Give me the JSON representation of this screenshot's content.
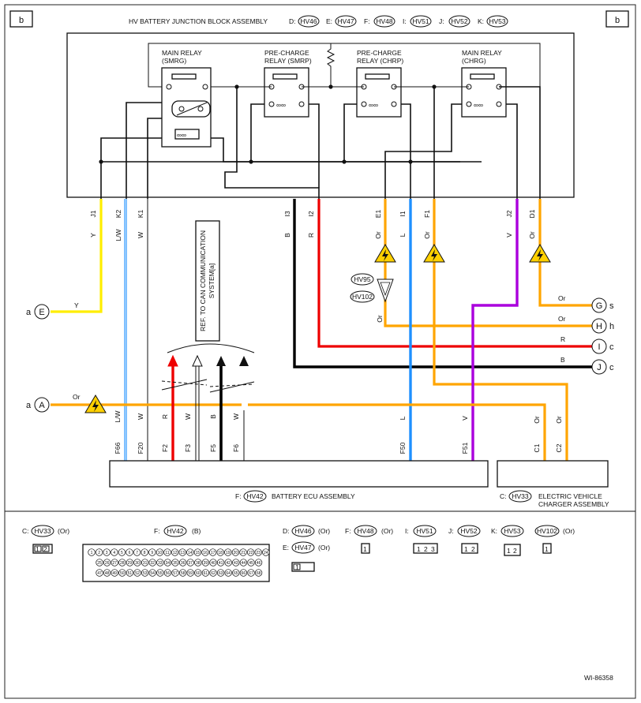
{
  "page": {
    "tag_left": "b",
    "tag_right": "b",
    "doc_id": "WI-86358"
  },
  "junction_block": {
    "title": "HV BATTERY JUNCTION BLOCK ASSEMBLY",
    "connectors": [
      {
        "pre": "D:",
        "code": "HV46"
      },
      {
        "pre": "E:",
        "code": "HV47"
      },
      {
        "pre": "F:",
        "code": "HV48"
      },
      {
        "pre": "I:",
        "code": "HV51"
      },
      {
        "pre": "J:",
        "code": "HV52"
      },
      {
        "pre": "K:",
        "code": "HV53"
      }
    ],
    "relays": [
      {
        "l1": "MAIN RELAY",
        "l2": "(SMRG)"
      },
      {
        "l1": "PRE-CHARGE",
        "l2": "RELAY (SMRP)"
      },
      {
        "l1": "PRE-CHARGE",
        "l2": "RELAY (CHRP)"
      },
      {
        "l1": "MAIN RELAY",
        "l2": "(CHRG)"
      }
    ],
    "pins": [
      "J1",
      "K2",
      "K1",
      "I3",
      "I2",
      "E1",
      "I1",
      "F1",
      "J2",
      "D1"
    ],
    "pin_colors": [
      "Y",
      "L/W",
      "W",
      "B",
      "R",
      "Or",
      "L",
      "Or",
      "V",
      "Or"
    ]
  },
  "can_ref": {
    "l1": "REF. TO CAN COMMUNICATION",
    "l2": "SYSTEM[a]"
  },
  "inline_connectors": [
    "HV95",
    "HV102"
  ],
  "left_refs": [
    {
      "side": "a",
      "letter": "E",
      "color": "Y"
    },
    {
      "side": "a",
      "letter": "A",
      "color": "Or"
    }
  ],
  "right_refs": [
    {
      "letter": "G",
      "side": "s",
      "color": "Or"
    },
    {
      "letter": "H",
      "side": "h",
      "color": "Or"
    },
    {
      "letter": "I",
      "side": "c",
      "color": "R"
    },
    {
      "letter": "J",
      "side": "c",
      "color": "B"
    }
  ],
  "wire_colors_hex": {
    "Y": "#ffee00",
    "Or": "#ffa500",
    "L": "#1e90ff",
    "R": "#ee0000",
    "B": "#000000",
    "V": "#aa00dd",
    "W": "#ffffff"
  },
  "ecu": {
    "conn": {
      "pre": "F:",
      "code": "HV42"
    },
    "name": "BATTERY ECU ASSEMBLY",
    "pins": [
      "F66",
      "F20",
      "F2",
      "F3",
      "F5",
      "F6",
      "F50",
      "F51"
    ],
    "pin_colors": [
      "L/W",
      "W",
      "R",
      "W",
      "B",
      "W",
      "L",
      "V"
    ]
  },
  "charger": {
    "conn": {
      "pre": "C:",
      "code": "HV33"
    },
    "l1": "ELECTRIC VEHICLE",
    "l2": "CHARGER ASSEMBLY",
    "pins": [
      "C1",
      "C2"
    ],
    "pin_colors": [
      "Or",
      "Or"
    ]
  },
  "legend": {
    "c": {
      "pre": "C:",
      "code": "HV33",
      "suffix": "(Or)",
      "pins": [
        "1",
        "2"
      ]
    },
    "f": {
      "pre": "F:",
      "code": "HV42",
      "suffix": "(B)",
      "rows": [
        [
          "1",
          "2",
          "3",
          "4",
          "5",
          "6",
          "7",
          "8",
          "9",
          "10",
          "11",
          "12",
          "13",
          "14",
          "15",
          "16",
          "17",
          "18",
          "19",
          "20",
          "21",
          "22",
          "23",
          "24"
        ],
        [
          "25",
          "26",
          "27",
          "28",
          "29",
          "30",
          "31",
          "32",
          "33",
          "34",
          "35",
          "36",
          "37",
          "38",
          "39",
          "40",
          "41",
          "42",
          "43",
          "44",
          "45",
          "46"
        ],
        [
          "47",
          "48",
          "49",
          "50",
          "51",
          "52",
          "53",
          "54",
          "55",
          "56",
          "57",
          "58",
          "59",
          "60",
          "61",
          "62",
          "63",
          "64",
          "65",
          "66",
          "67",
          "68"
        ]
      ]
    },
    "d": {
      "pre": "D:",
      "code": "HV46",
      "suffix": "(Or)"
    },
    "e": {
      "pre": "E:",
      "code": "HV47",
      "suffix": "(Or)",
      "pins": [
        "1"
      ]
    },
    "f48": {
      "pre": "F:",
      "code": "HV48",
      "suffix": "(Or)",
      "pins": [
        "1"
      ]
    },
    "i": {
      "pre": "I:",
      "code": "HV51",
      "pins": [
        "1",
        "2",
        "3"
      ]
    },
    "j": {
      "pre": "J:",
      "code": "HV52",
      "pins": [
        "1",
        "2"
      ]
    },
    "k": {
      "pre": "K:",
      "code": "HV53",
      "pins": [
        "1",
        "2"
      ]
    },
    "hv102": {
      "code": "HV102",
      "suffix": "(Or)",
      "pins": [
        "1"
      ]
    }
  }
}
